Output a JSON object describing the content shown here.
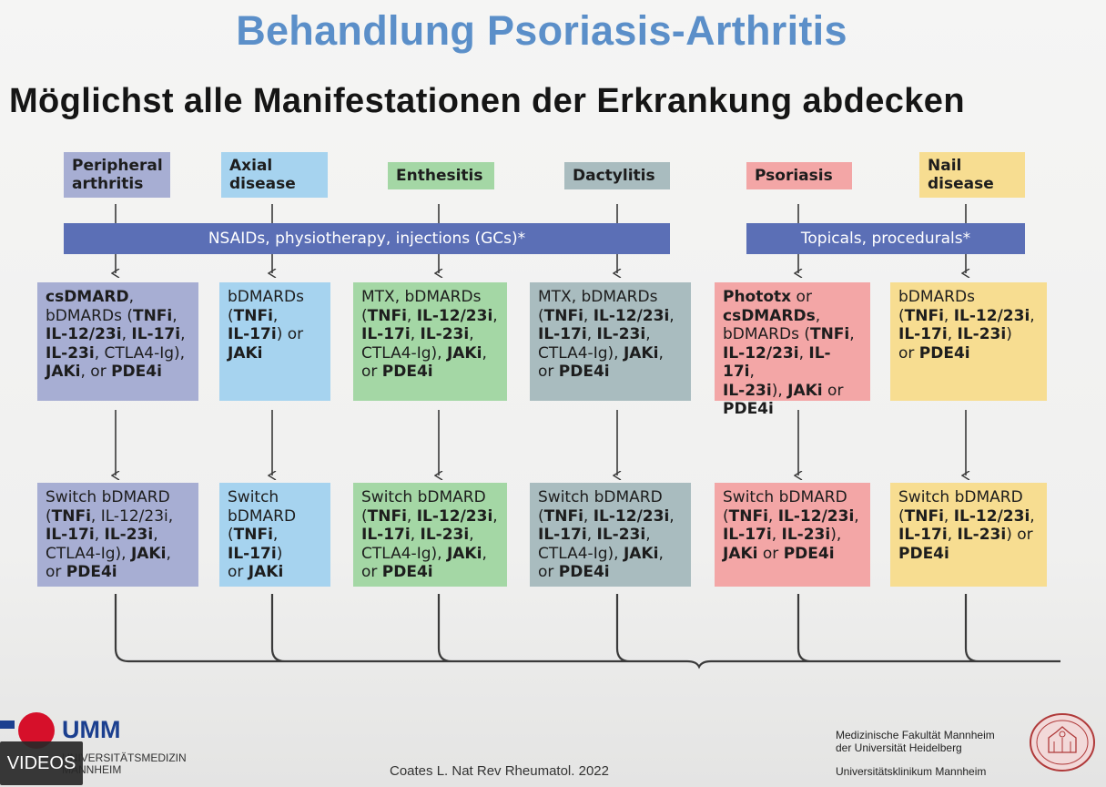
{
  "title": "Behandlung Psoriasis-Arthritis",
  "subtitle": "Möglichst alle Manifestationen der Erkrankung abdecken",
  "colors": {
    "title": "#5b8fc9",
    "bar": "#5b6fb6",
    "purple": "#a7aed3",
    "blue": "#a6d3ef",
    "green": "#a4d7a5",
    "gray": "#a9bcbf",
    "red": "#f3a6a6",
    "yellow": "#f7dd91"
  },
  "headers": [
    {
      "id": "peripheral",
      "label": "Peripheral\narthritis"
    },
    {
      "id": "axial",
      "label": "Axial\ndisease"
    },
    {
      "id": "enthesitis",
      "label": "Enthesitis"
    },
    {
      "id": "dactylitis",
      "label": "Dactylitis"
    },
    {
      "id": "psoriasis",
      "label": "Psoriasis"
    },
    {
      "id": "nail",
      "label": "Nail\ndisease"
    }
  ],
  "bars": {
    "left": "NSAIDs, physiotherapy, injections (GCs)*",
    "right": "Topicals, procedurals*"
  },
  "first_line": [
    [
      [
        "b",
        "csDMARD"
      ],
      [
        "n",
        ",\nbDMARDs ("
      ],
      [
        "b",
        "TNFi"
      ],
      [
        "n",
        ",\n"
      ],
      [
        "b",
        "IL-12/23i"
      ],
      [
        "n",
        ", "
      ],
      [
        "b",
        "IL-17i"
      ],
      [
        "n",
        ",\n"
      ],
      [
        "b",
        "IL-23i"
      ],
      [
        "n",
        ", CTLA4-Ig),\n"
      ],
      [
        "b",
        "JAKi"
      ],
      [
        "n",
        ", or "
      ],
      [
        "b",
        "PDE4i"
      ]
    ],
    [
      [
        "n",
        "bDMARDs\n("
      ],
      [
        "b",
        "TNFi"
      ],
      [
        "n",
        ",\n"
      ],
      [
        "b",
        "IL-17i"
      ],
      [
        "n",
        ") or\n"
      ],
      [
        "b",
        "JAKi"
      ]
    ],
    [
      [
        "n",
        "MTX, bDMARDs\n("
      ],
      [
        "b",
        "TNFi"
      ],
      [
        "n",
        ", "
      ],
      [
        "b",
        "IL-12/23i"
      ],
      [
        "n",
        ",\n"
      ],
      [
        "b",
        "IL-17i"
      ],
      [
        "n",
        ", "
      ],
      [
        "b",
        "IL-23i"
      ],
      [
        "n",
        ",\nCTLA4-Ig), "
      ],
      [
        "b",
        "JAKi"
      ],
      [
        "n",
        ",\nor "
      ],
      [
        "b",
        "PDE4i"
      ]
    ],
    [
      [
        "n",
        "MTX, bDMARDs\n("
      ],
      [
        "b",
        "TNFi"
      ],
      [
        "n",
        ", "
      ],
      [
        "b",
        "IL-12/23i"
      ],
      [
        "n",
        ",\n"
      ],
      [
        "b",
        "IL-17i"
      ],
      [
        "n",
        ", "
      ],
      [
        "b",
        "IL-23i"
      ],
      [
        "n",
        ",\nCTLA4-Ig), "
      ],
      [
        "b",
        "JAKi"
      ],
      [
        "n",
        ",\nor "
      ],
      [
        "b",
        "PDE4i"
      ]
    ],
    [
      [
        "b",
        "Phototx"
      ],
      [
        "n",
        " or\n"
      ],
      [
        "b",
        "csDMARDs"
      ],
      [
        "n",
        ",\nbDMARDs ("
      ],
      [
        "b",
        "TNFi"
      ],
      [
        "n",
        ",\n"
      ],
      [
        "b",
        "IL-12/23i"
      ],
      [
        "n",
        ", "
      ],
      [
        "b",
        "IL-17i"
      ],
      [
        "n",
        ",\n"
      ],
      [
        "b",
        "IL-23i"
      ],
      [
        "n",
        "), "
      ],
      [
        "b",
        "JAKi"
      ],
      [
        "n",
        " or\n"
      ],
      [
        "b",
        "PDE4i"
      ]
    ],
    [
      [
        "n",
        "bDMARDs\n("
      ],
      [
        "b",
        "TNFi"
      ],
      [
        "n",
        ", "
      ],
      [
        "b",
        "IL-12/23i"
      ],
      [
        "n",
        ",\n"
      ],
      [
        "b",
        "IL-17i"
      ],
      [
        "n",
        ", "
      ],
      [
        "b",
        "IL-23i"
      ],
      [
        "n",
        ")\nor "
      ],
      [
        "b",
        "PDE4i"
      ]
    ]
  ],
  "second_line": [
    [
      [
        "n",
        "Switch bDMARD\n("
      ],
      [
        "b",
        "TNFi"
      ],
      [
        "n",
        ", IL-12/23i,\n"
      ],
      [
        "b",
        "IL-17i"
      ],
      [
        "n",
        ", "
      ],
      [
        "b",
        "IL-23i"
      ],
      [
        "n",
        ",\nCTLA4-Ig), "
      ],
      [
        "b",
        "JAKi"
      ],
      [
        "n",
        ",\nor "
      ],
      [
        "b",
        "PDE4i"
      ]
    ],
    [
      [
        "n",
        "Switch\nbDMARD\n("
      ],
      [
        "b",
        "TNFi"
      ],
      [
        "n",
        ",\n"
      ],
      [
        "b",
        "IL-17i"
      ],
      [
        "n",
        ")\nor "
      ],
      [
        "b",
        "JAKi"
      ]
    ],
    [
      [
        "n",
        "Switch bDMARD\n("
      ],
      [
        "b",
        "TNFi"
      ],
      [
        "n",
        ", "
      ],
      [
        "b",
        "IL-12/23i"
      ],
      [
        "n",
        ",\n"
      ],
      [
        "b",
        "IL-17i"
      ],
      [
        "n",
        ", "
      ],
      [
        "b",
        "IL-23i"
      ],
      [
        "n",
        ",\nCTLA4-Ig), "
      ],
      [
        "b",
        "JAKi"
      ],
      [
        "n",
        ",\nor "
      ],
      [
        "b",
        "PDE4i"
      ]
    ],
    [
      [
        "n",
        "Switch bDMARD\n("
      ],
      [
        "b",
        "TNFi"
      ],
      [
        "n",
        ", "
      ],
      [
        "b",
        "IL-12/23i"
      ],
      [
        "n",
        ",\n"
      ],
      [
        "b",
        "IL-17i"
      ],
      [
        "n",
        ", "
      ],
      [
        "b",
        "IL-23i"
      ],
      [
        "n",
        ",\nCTLA4-Ig), "
      ],
      [
        "b",
        "JAKi"
      ],
      [
        "n",
        ",\nor "
      ],
      [
        "b",
        "PDE4i"
      ]
    ],
    [
      [
        "n",
        "Switch bDMARD\n("
      ],
      [
        "b",
        "TNFi"
      ],
      [
        "n",
        ", "
      ],
      [
        "b",
        "IL-12/23i"
      ],
      [
        "n",
        ",\n"
      ],
      [
        "b",
        "IL-17i"
      ],
      [
        "n",
        ", "
      ],
      [
        "b",
        "IL-23i"
      ],
      [
        "n",
        "),\n"
      ],
      [
        "b",
        "JAKi"
      ],
      [
        "n",
        " or "
      ],
      [
        "b",
        "PDE4i"
      ]
    ],
    [
      [
        "n",
        "Switch bDMARD\n("
      ],
      [
        "b",
        "TNFi"
      ],
      [
        "n",
        ", "
      ],
      [
        "b",
        "IL-12/23i"
      ],
      [
        "n",
        ",\n"
      ],
      [
        "b",
        "IL-17i"
      ],
      [
        "n",
        ", "
      ],
      [
        "b",
        "IL-23i"
      ],
      [
        "n",
        ") or\n"
      ],
      [
        "b",
        "PDE4i"
      ]
    ]
  ],
  "footer": {
    "logo_text": "UMM",
    "logo_sub": "UNIVERSITÄTSMEDIZIN\nMANNHEIM",
    "videos_badge": "VIDEOS",
    "citation": "Coates L. Nat Rev Rheumatol. 2022",
    "faculty": "Medizinische Fakultät Mannheim\nder Universität Heidelberg",
    "clinic": "Universitätsklinikum Mannheim"
  }
}
